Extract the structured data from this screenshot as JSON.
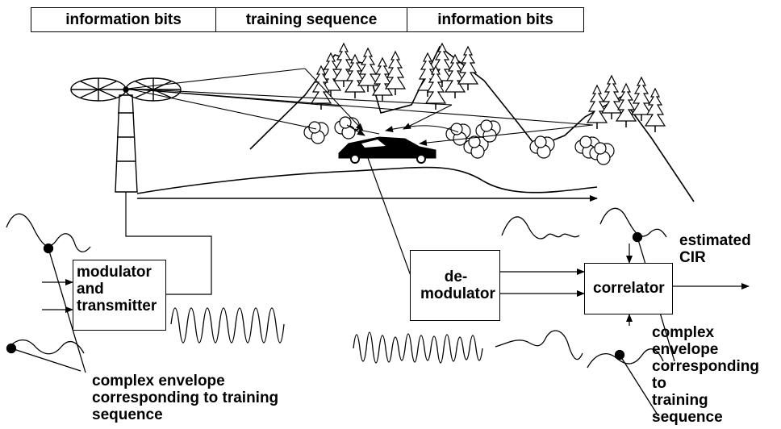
{
  "frame": {
    "segments": [
      "information bits",
      "training sequence",
      "information bits"
    ]
  },
  "blocks": {
    "modulator": "modulator\nand\ntransmitter",
    "demodulator": "de-\nmodulator",
    "correlator": "correlator"
  },
  "labels": {
    "estimated_cir": "estimated\nCIR",
    "tx_envelope": "complex envelope\ncorresponding to training\nsequence",
    "rx_envelope": "complex\nenvelope\ncorresponding\nto\ntraining\nsequence"
  },
  "colors": {
    "ink": "#000000",
    "background": "#ffffff"
  }
}
